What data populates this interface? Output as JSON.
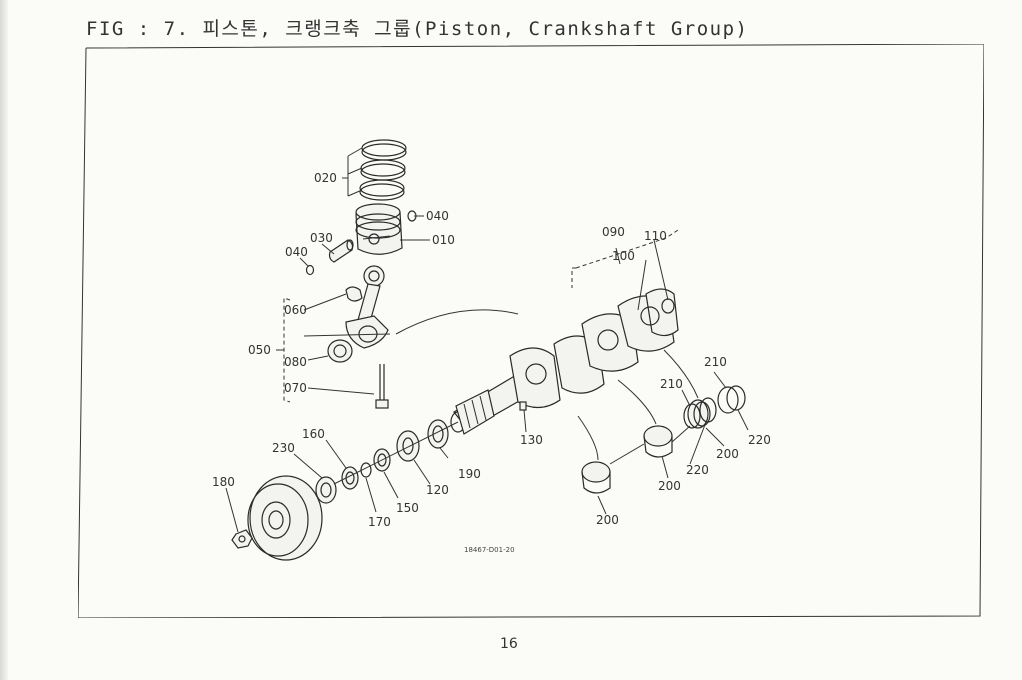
{
  "figure": {
    "title": "FIG : 7. 피스톤, 크랭크축 그룹(Piston, Crankshaft Group)",
    "drawing_code": "18467-D01-20",
    "page_number": "16"
  },
  "part_labels": {
    "p010": "010",
    "p020": "020",
    "p030": "030",
    "p040_right": "040",
    "p040_left": "040",
    "p050": "050",
    "p060": "060",
    "p070": "070",
    "p080": "080",
    "p090": "090",
    "p100": "100",
    "p110": "110",
    "p120": "120",
    "p130": "130",
    "p150": "150",
    "p160": "160",
    "p170": "170",
    "p180": "180",
    "p190": "190",
    "p200_a": "200",
    "p200_b": "200",
    "p200_c": "200",
    "p210_a": "210",
    "p210_b": "210",
    "p220_a": "220",
    "p220_b": "220",
    "p230": "230"
  }
}
